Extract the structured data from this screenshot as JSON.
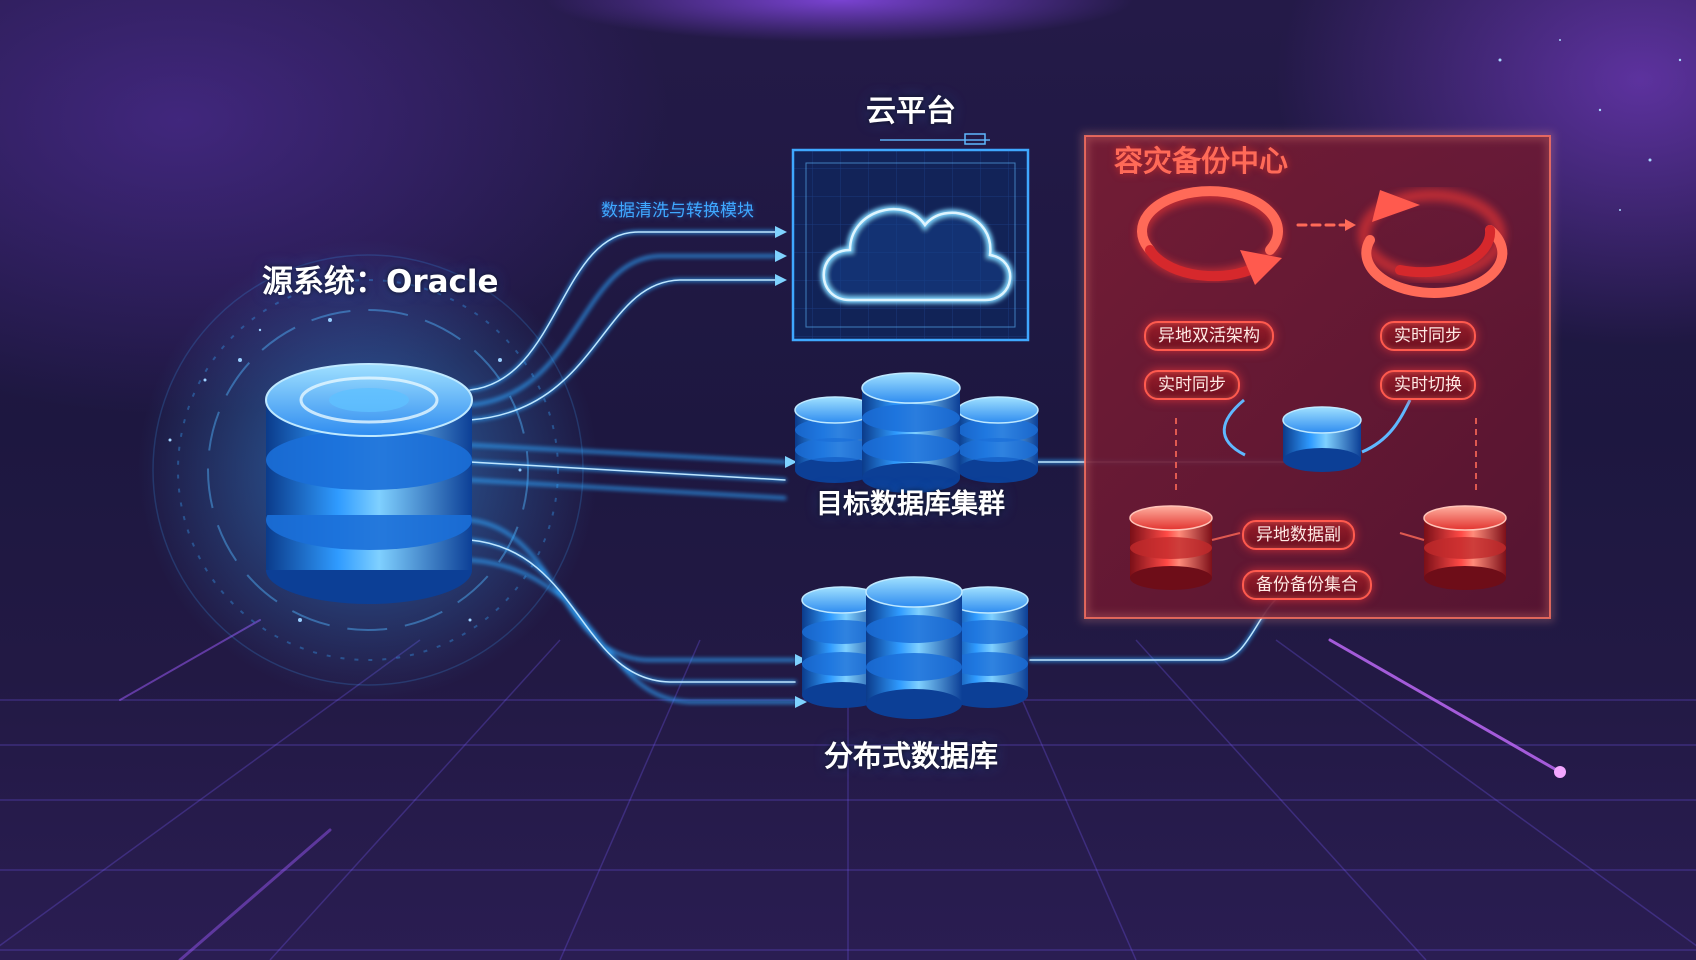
{
  "diagram": {
    "source_label": "源系统：Oracle",
    "cloud_label": "云平台",
    "module_label": "数据清洗与转换模块",
    "target_label": "目标数据库集群",
    "distributed_label": "分布式数据库",
    "dr_center": {
      "title": "容灾备份中心",
      "tags": [
        "异地双活架构",
        "实时同步",
        "实时同步",
        "实时切换",
        "异地数据副",
        "备份备份集合"
      ]
    }
  },
  "colors": {
    "blue_accent": "#2fa6ff",
    "red_accent": "#ff4a46",
    "background": "#1c1535"
  }
}
